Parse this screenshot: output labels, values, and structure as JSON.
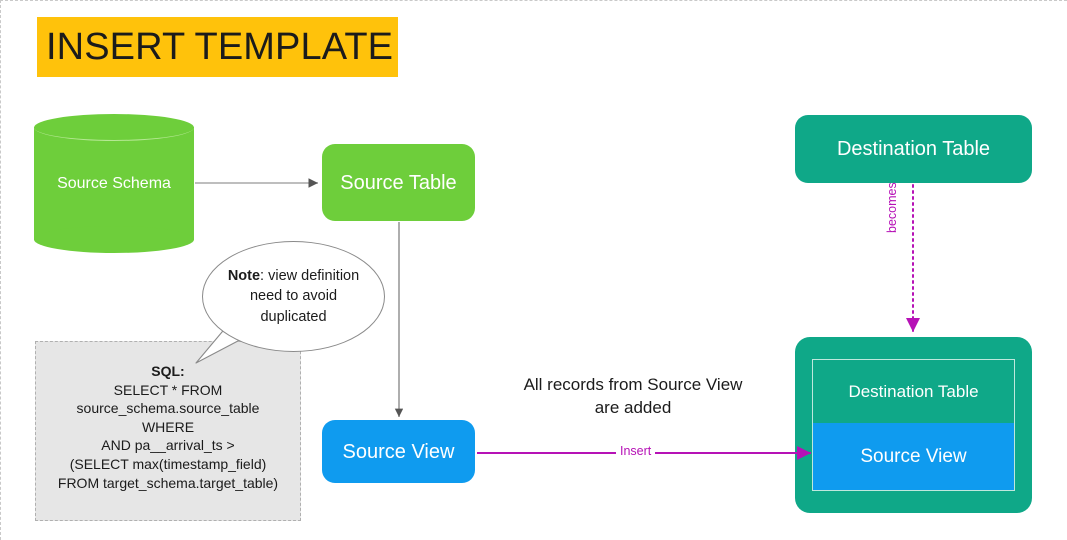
{
  "title": {
    "text": "INSERT TEMPLATE",
    "highlight_color": "#FFC20B",
    "text_color": "#1b1b1b"
  },
  "colors": {
    "green": "#6ECE3B",
    "teal": "#0FA888",
    "blue": "#0F9BEF",
    "purple": "#B612B6",
    "sql_fill": "#E6E6E6",
    "sql_border": "#B0B0B0",
    "connector_gray": "#808080",
    "canvas_border": "#C9C9C9"
  },
  "nodes": {
    "source_schema": {
      "label": "Source Schema",
      "shape": "cylinder",
      "color": "#6ECE3B"
    },
    "source_table": {
      "label": "Source Table",
      "shape": "rounded-rect",
      "color": "#6ECE3B"
    },
    "source_view": {
      "label": "Source View",
      "shape": "rounded-rect",
      "color": "#0F9BEF"
    },
    "destination_table": {
      "label": "Destination Table",
      "shape": "rounded-rect",
      "color": "#0FA888"
    },
    "destination_composite": {
      "shape": "rounded-rect",
      "color": "#0FA888",
      "rows": [
        {
          "label": "Destination Table",
          "color": "#0FA888"
        },
        {
          "label": "Source View",
          "color": "#0F9BEF"
        }
      ]
    }
  },
  "callout": {
    "prefix": "Note",
    "separator": ": ",
    "text": "view definition need to avoid duplicated",
    "full_text": "Note: view definition need to avoid duplicated"
  },
  "sql_block": {
    "heading": "SQL:",
    "lines": [
      "SELECT * FROM",
      "source_schema.source_table",
      "WHERE",
      "AND pa__arrival_ts >",
      "(SELECT max(timestamp_field)",
      "FROM target_schema.target_table)"
    ]
  },
  "annotations": {
    "records_note": "All records from Source View are added",
    "records_note_line1": "All records from Source View",
    "records_note_line2": "are added"
  },
  "connectors": {
    "schema_to_table": {
      "label": "",
      "style": "solid",
      "color": "#808080"
    },
    "table_to_view": {
      "label": "",
      "style": "solid",
      "color": "#808080"
    },
    "becomes": {
      "label": "becomes",
      "style": "dotted",
      "color": "#B612B6"
    },
    "insert": {
      "label": "Insert",
      "style": "solid",
      "color": "#B612B6"
    }
  }
}
